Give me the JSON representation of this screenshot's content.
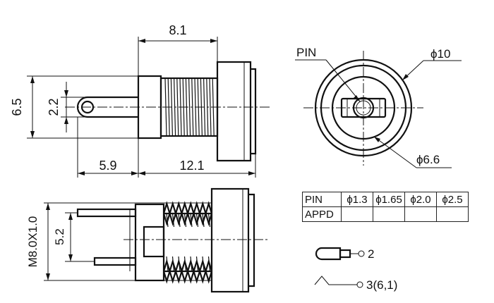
{
  "side_view": {
    "dim_width_top": "8.1",
    "dim_height_left": "6.5",
    "dim_pin_height": "2.2",
    "dim_pin_length": "5.9",
    "dim_body_length": "12.1"
  },
  "front_view": {
    "label_pin": "PIN",
    "label_outer_diameter": "ϕ10",
    "label_inner_diameter": "ϕ6.6"
  },
  "bottom_view": {
    "dim_thread": "M8.0X1.0",
    "dim_pin_spacing": "5.2"
  },
  "pin_table": {
    "header_label": "PIN",
    "sizes": [
      "ϕ1.3",
      "ϕ1.65",
      "ϕ2.0",
      "ϕ2.5"
    ],
    "row_label": "APPD",
    "row_values": [
      "",
      "",
      "",
      ""
    ]
  },
  "legend": {
    "pin_center_label": "2",
    "pin_spring_label": "3(6,1)"
  }
}
